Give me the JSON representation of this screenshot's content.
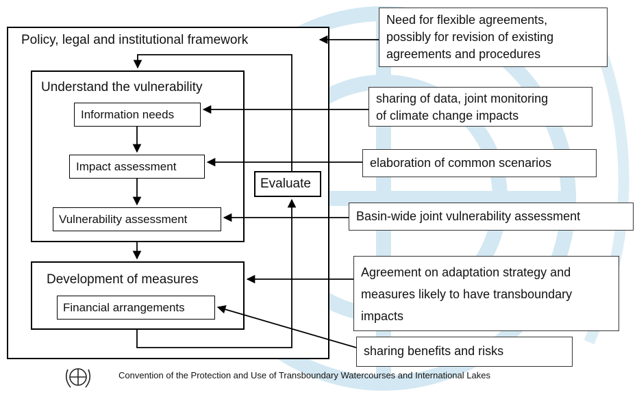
{
  "framework": {
    "title": "Policy, legal and institutional framework"
  },
  "vulnerability": {
    "title": "Understand the vulnerability",
    "steps": [
      "Information needs",
      "Impact assessment",
      "Vulnerability assessment"
    ]
  },
  "evaluate": "Evaluate",
  "measures": {
    "title": "Development of measures",
    "sub": "Financial arrangements"
  },
  "notes": {
    "flexible": [
      "Need for flexible agreements,",
      "possibly for revision of existing",
      "agreements and procedures"
    ],
    "sharing_data": [
      "sharing of data, joint monitoring",
      "of climate change impacts"
    ],
    "scenarios": [
      "elaboration of common scenarios"
    ],
    "basin": [
      "Basin-wide joint vulnerability assessment"
    ],
    "agreement": [
      "Agreement on adaptation strategy and",
      "measures likely to have transboundary",
      "impacts"
    ],
    "benefits": [
      "sharing benefits and risks"
    ]
  },
  "footer": "Convention of the Protection and Use of Transboundary Watercourses and International Lakes",
  "colors": {
    "watermark": "#cfe6f1",
    "line": "#000000"
  }
}
